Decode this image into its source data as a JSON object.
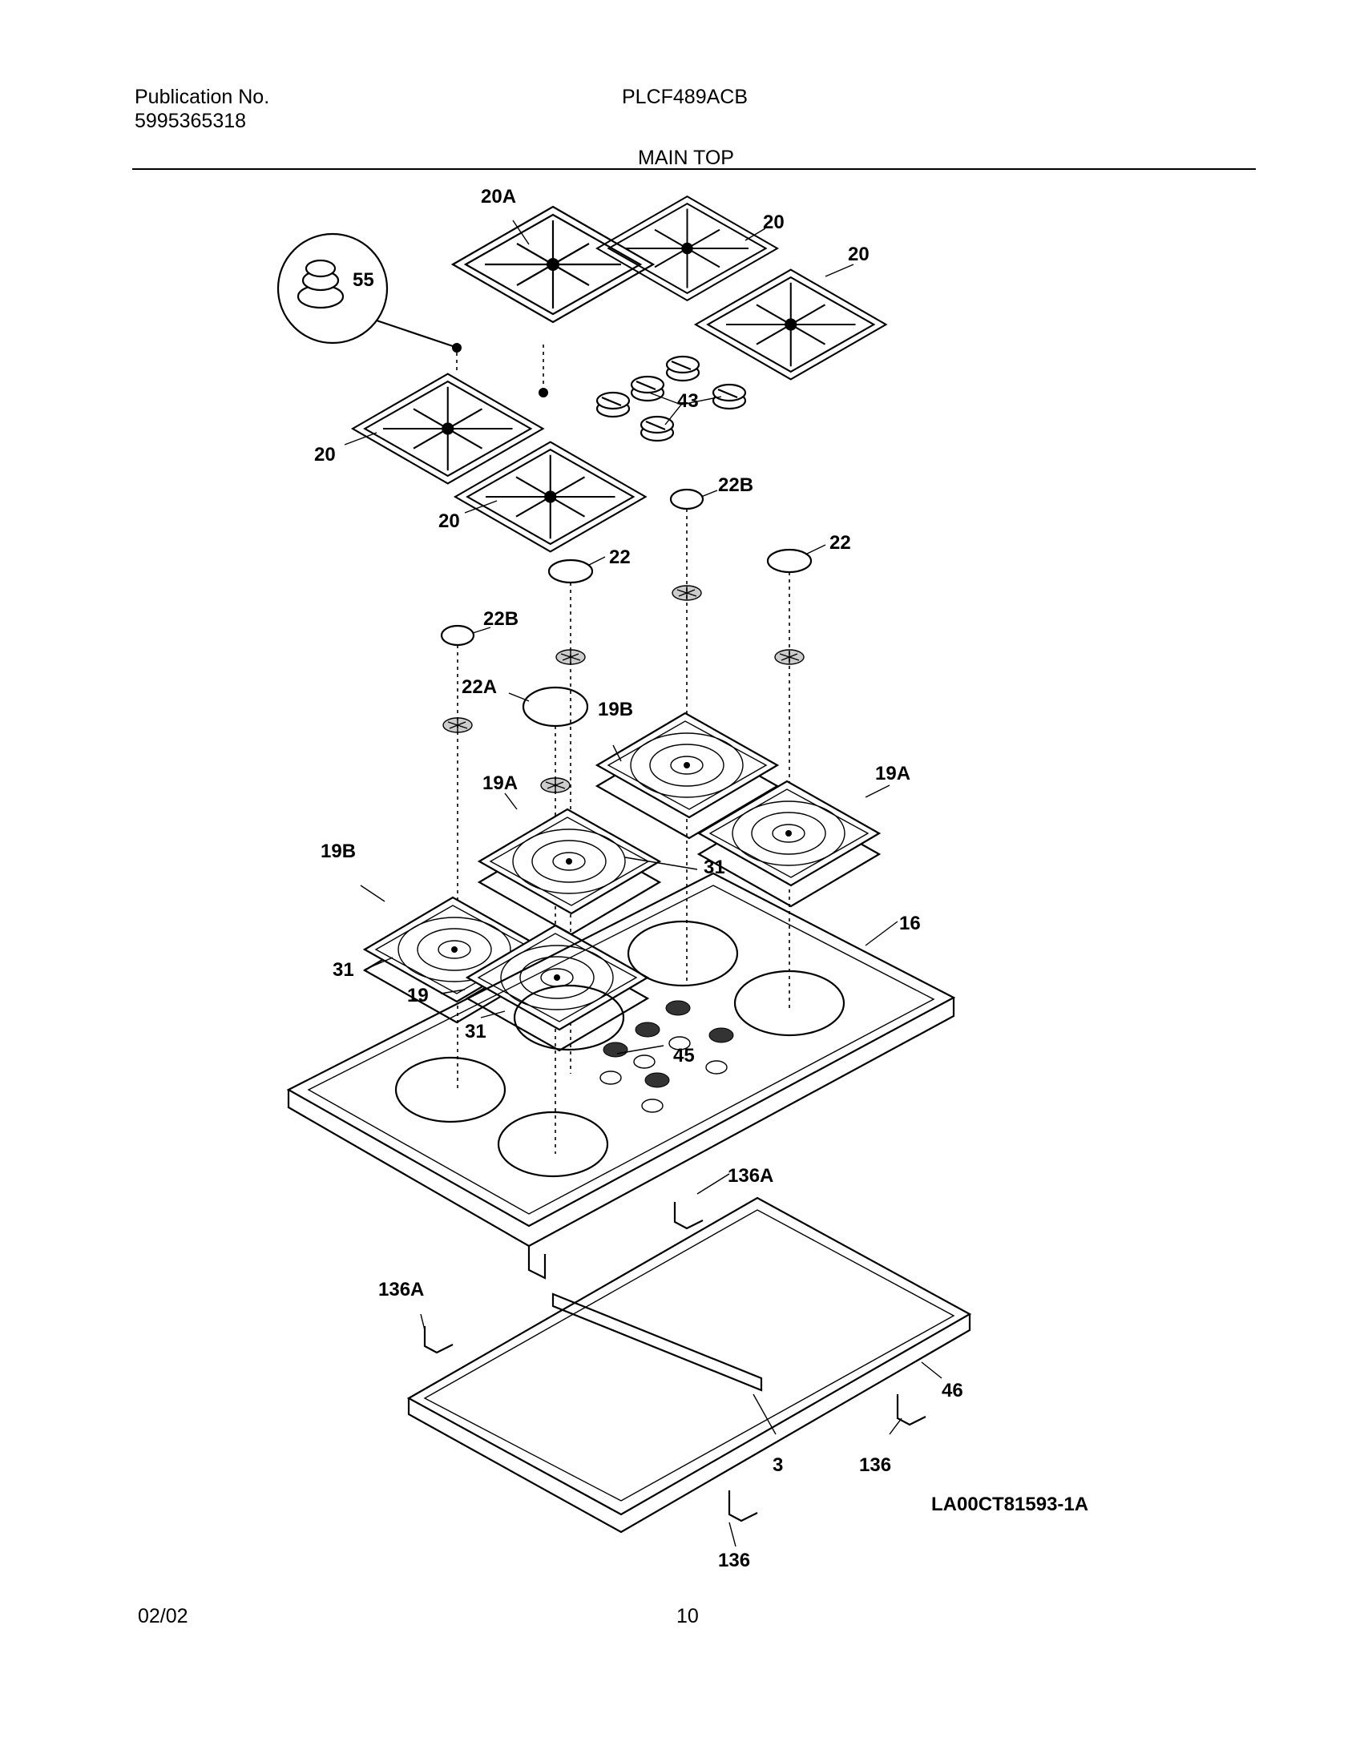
{
  "header": {
    "publication_label": "Publication No.",
    "publication_number": "5995365318",
    "model": "PLCF489ACB",
    "section_title": "MAIN TOP"
  },
  "footer": {
    "date": "02/02",
    "page_number": "10"
  },
  "diagram": {
    "reference_code": "LA00CT81593-1A",
    "callouts": {
      "c_20a": "20A",
      "c_20_a": "20",
      "c_20_b": "20",
      "c_20_c": "20",
      "c_20_d": "20",
      "c_55": "55",
      "c_43": "43",
      "c_22b_a": "22B",
      "c_22_a": "22",
      "c_22_b": "22",
      "c_22b_b": "22B",
      "c_22a": "22A",
      "c_19b_a": "19B",
      "c_19a_a": "19A",
      "c_19a_b": "19A",
      "c_19b_b": "19B",
      "c_31_a": "31",
      "c_31_b": "31",
      "c_31_c": "31",
      "c_19": "19",
      "c_16": "16",
      "c_45": "45",
      "c_136a_a": "136A",
      "c_136a_b": "136A",
      "c_46": "46",
      "c_3": "3",
      "c_136_a": "136",
      "c_136_b": "136"
    }
  }
}
